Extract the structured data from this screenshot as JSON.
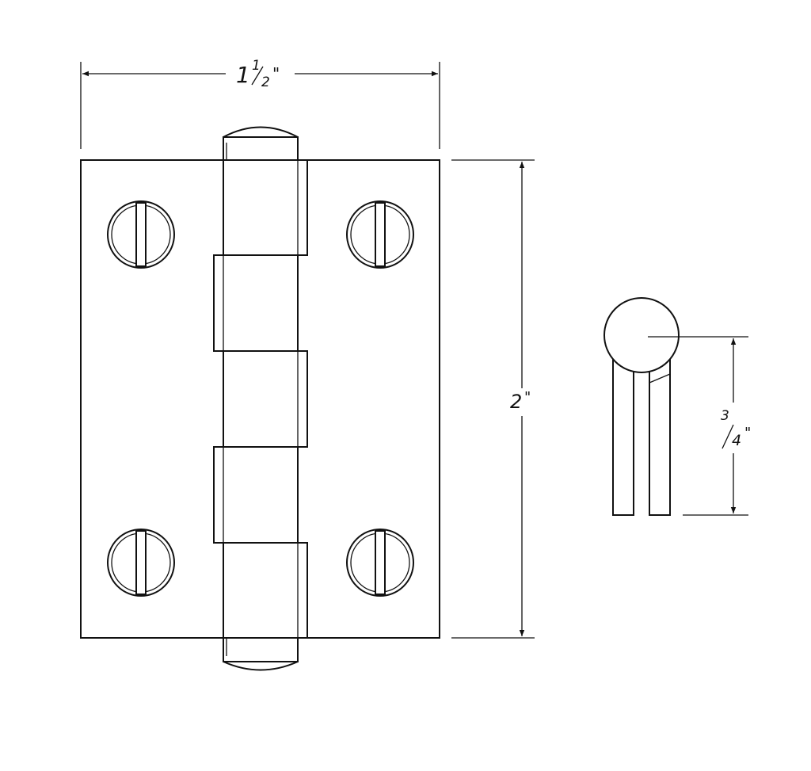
{
  "front_view": {
    "width_dimension": {
      "whole": "1",
      "numerator": "1",
      "denominator": "2",
      "unit": "\""
    },
    "height_dimension": {
      "value": "2",
      "unit": "\""
    }
  },
  "side_view": {
    "depth_dimension": {
      "numerator": "3",
      "denominator": "4",
      "unit": "\""
    }
  },
  "colors": {
    "line": "#111111",
    "background": "#ffffff"
  }
}
